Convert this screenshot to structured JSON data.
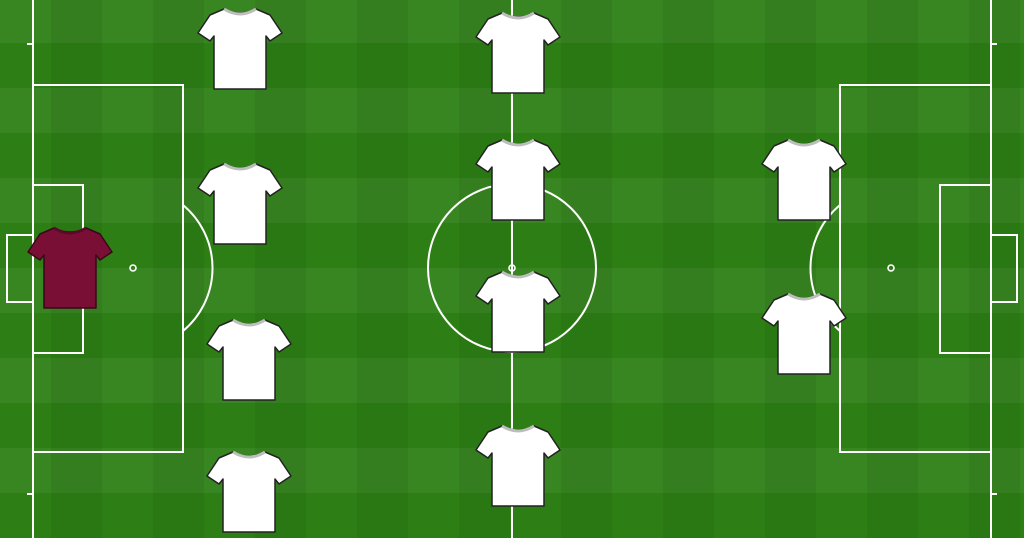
{
  "pitch": {
    "line_color": "#ffffff"
  },
  "kits": {
    "outfield": {
      "fill": "#ffffff",
      "stroke": "#222222",
      "collar": "#bdbdbd"
    },
    "goalkeeper": {
      "fill": "#7a0f36",
      "stroke": "#3a0719",
      "collar": "#5a0a28"
    }
  },
  "players": [
    {
      "name": "goalkeeper",
      "kit": "goalkeeper",
      "icon": "shirt-icon"
    },
    {
      "name": "left-mid-1",
      "kit": "outfield",
      "icon": "shirt-icon"
    },
    {
      "name": "left-mid-2",
      "kit": "outfield",
      "icon": "shirt-icon"
    },
    {
      "name": "left-mid-3",
      "kit": "outfield",
      "icon": "shirt-icon"
    },
    {
      "name": "left-mid-4",
      "kit": "outfield",
      "icon": "shirt-icon"
    },
    {
      "name": "center-1",
      "kit": "outfield",
      "icon": "shirt-icon"
    },
    {
      "name": "center-2",
      "kit": "outfield",
      "icon": "shirt-icon"
    },
    {
      "name": "center-3",
      "kit": "outfield",
      "icon": "shirt-icon"
    },
    {
      "name": "center-4",
      "kit": "outfield",
      "icon": "shirt-icon"
    },
    {
      "name": "forward-1",
      "kit": "outfield",
      "icon": "shirt-icon"
    },
    {
      "name": "forward-2",
      "kit": "outfield",
      "icon": "shirt-icon"
    }
  ]
}
